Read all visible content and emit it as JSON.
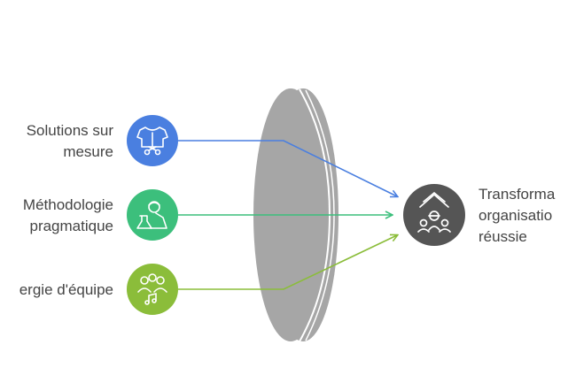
{
  "inputs": [
    {
      "lines": [
        "Solutions sur",
        "mesure"
      ],
      "color": "#4a7fe0",
      "icon": "tailored-shirt-icon"
    },
    {
      "lines": [
        "Méthodologie",
        "pragmatique"
      ],
      "color": "#3cbf7c",
      "icon": "scientist-icon"
    },
    {
      "lines": [
        "ergie d'équipe"
      ],
      "color": "#8bbd3a",
      "icon": "team-icon"
    }
  ],
  "output": {
    "lines": [
      "Transforma",
      "organisatio",
      "réussie"
    ],
    "color": "#555555",
    "icon": "growth-people-icon"
  },
  "lens": {
    "color": "#a6a6a6"
  }
}
